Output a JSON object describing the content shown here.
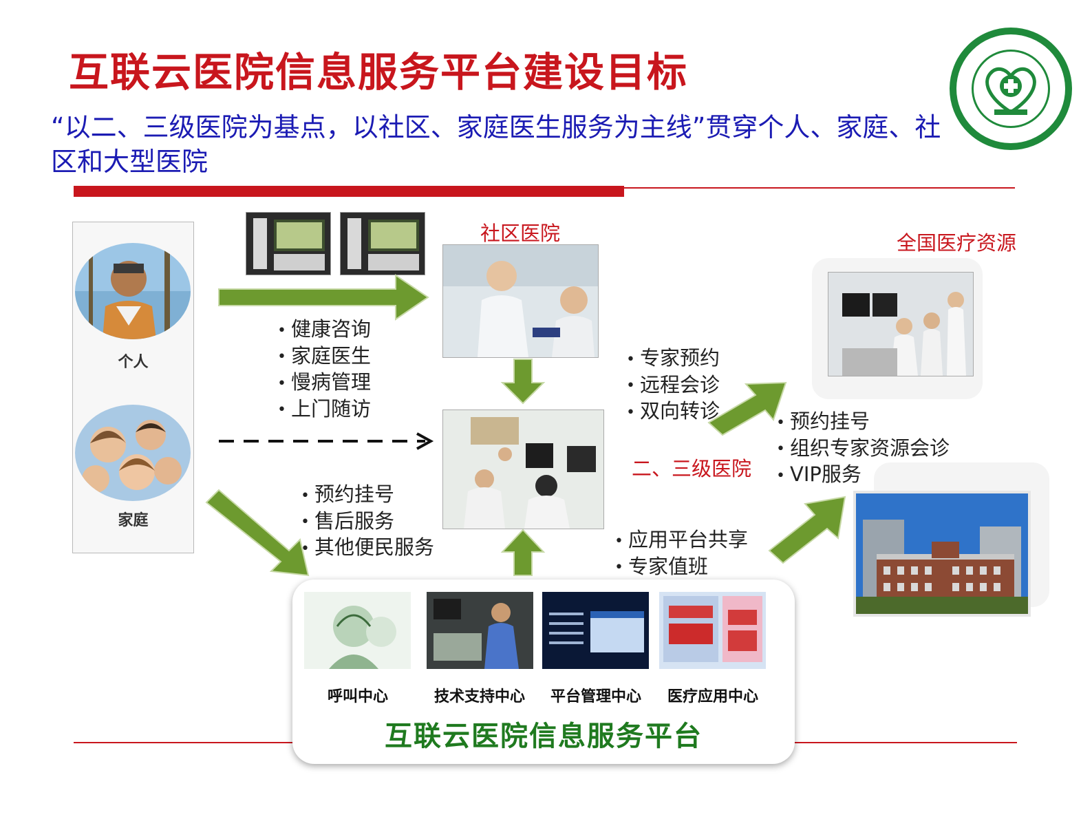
{
  "title": "互联云医院信息服务平台建设目标",
  "subtitle": "“以二、三级医院为基点，以社区、家庭医生服务为主线”贯穿个人、家庭、社区和大型医院",
  "people": {
    "individual_label": "个人",
    "family_label": "家庭"
  },
  "community": {
    "label": "社区医院"
  },
  "national": {
    "label": "全国医疗资源"
  },
  "secondary_tertiary": {
    "label": "二、三级医院"
  },
  "lists": {
    "top": [
      "健康咨询",
      "家庭医生",
      "慢病管理",
      "上门随访"
    ],
    "bottom": [
      "预约挂号",
      "售后服务",
      "其他便民服务"
    ],
    "expert": [
      "专家预约",
      "远程会诊",
      "双向转诊"
    ],
    "vip": [
      "预约挂号",
      "组织专家资源会诊",
      "VIP服务"
    ],
    "platform_share": [
      "应用平台共享",
      "专家值班"
    ]
  },
  "platform": {
    "title": "互联云医院信息服务平台",
    "centers": [
      "呼叫中心",
      "技术支持中心",
      "平台管理中心",
      "医疗应用中心"
    ]
  },
  "colors": {
    "title_red": "#c8161d",
    "subtitle_blue": "#1b1bb3",
    "arrow_green": "#6d9a2f",
    "platform_green": "#1f7a1f",
    "logo_green": "#1f8a3b"
  }
}
